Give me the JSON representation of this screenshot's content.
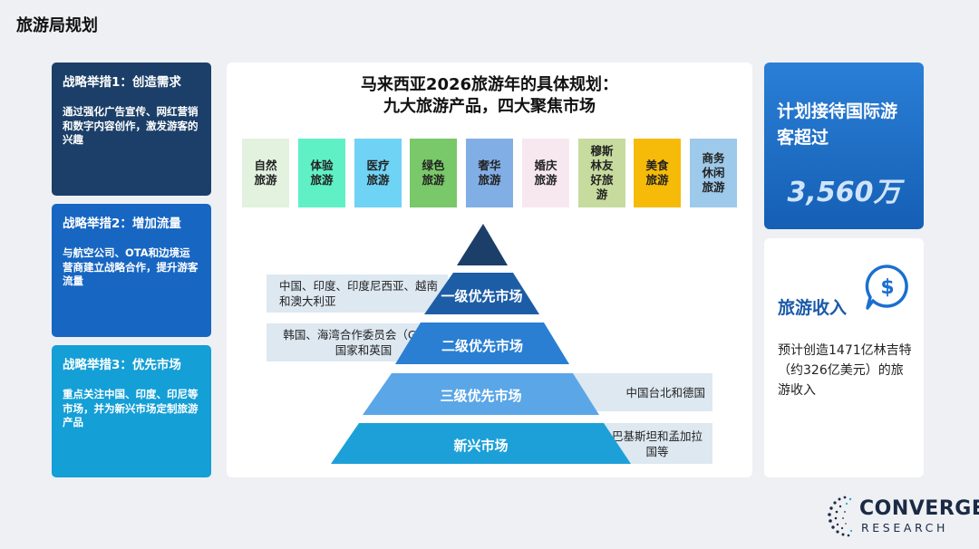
{
  "page_title": "旅游局规划",
  "strategies": [
    {
      "title": "战略举措1：创造需求",
      "desc": "通过强化广告宣传、网红营销和数字内容创作，激发游客的兴趣"
    },
    {
      "title": "战略举措2：增加流量",
      "desc": "与航空公司、OTA和边境运营商建立战略合作，提升游客流量"
    },
    {
      "title": "战略举措3：优先市场",
      "desc": "重点关注中国、印度、印尼等市场，并为新兴市场定制旅游产品"
    }
  ],
  "center": {
    "title_line1": "马来西亚2026旅游年的具体规划：",
    "title_line2": "九大旅游产品，四大聚焦市场",
    "products": [
      {
        "label": "自然\n旅游",
        "color": "#e3f1df"
      },
      {
        "label": "体验\n旅游",
        "color": "#5ff0c6"
      },
      {
        "label": "医疗\n旅游",
        "color": "#6fd3f5"
      },
      {
        "label": "绿色\n旅游",
        "color": "#79c869"
      },
      {
        "label": "奢华\n旅游",
        "color": "#82aee6"
      },
      {
        "label": "婚庆\n旅游",
        "color": "#f7e8f0"
      },
      {
        "label": "穆斯\n林友\n好旅\n游",
        "color": "#c7db9e"
      },
      {
        "label": "美食\n旅游",
        "color": "#f6bb08"
      },
      {
        "label": "商务\n休闲\n旅游",
        "color": "#9dc9ea"
      }
    ],
    "tiers": [
      {
        "label": "一级优先市场",
        "markets": "中国、印度、印度尼西亚、越南和澳大利亚",
        "color": "#1d5da6"
      },
      {
        "label": "二级优先市场",
        "markets": "韩国、海湾合作委员会（GCC）国家和英国",
        "color": "#2a7fd3"
      },
      {
        "label": "三级优先市场",
        "markets": "中国台北和德国",
        "color": "#5aa6e6"
      },
      {
        "label": "新兴市场",
        "markets": "巴基斯坦和孟加拉国等",
        "color": "#1da0d8"
      }
    ],
    "apex_color": "#1b3f68"
  },
  "visitors": {
    "title": "计划接待国际游客超过",
    "value": "3,560万"
  },
  "revenue": {
    "title": "旅游收入",
    "desc": "预计创造1471亿林吉特（约326亿美元）的旅游收入",
    "icon": "dollar-chat-icon"
  },
  "logo": {
    "line1": "CONVERGENT",
    "line2": "RESEARCH"
  }
}
